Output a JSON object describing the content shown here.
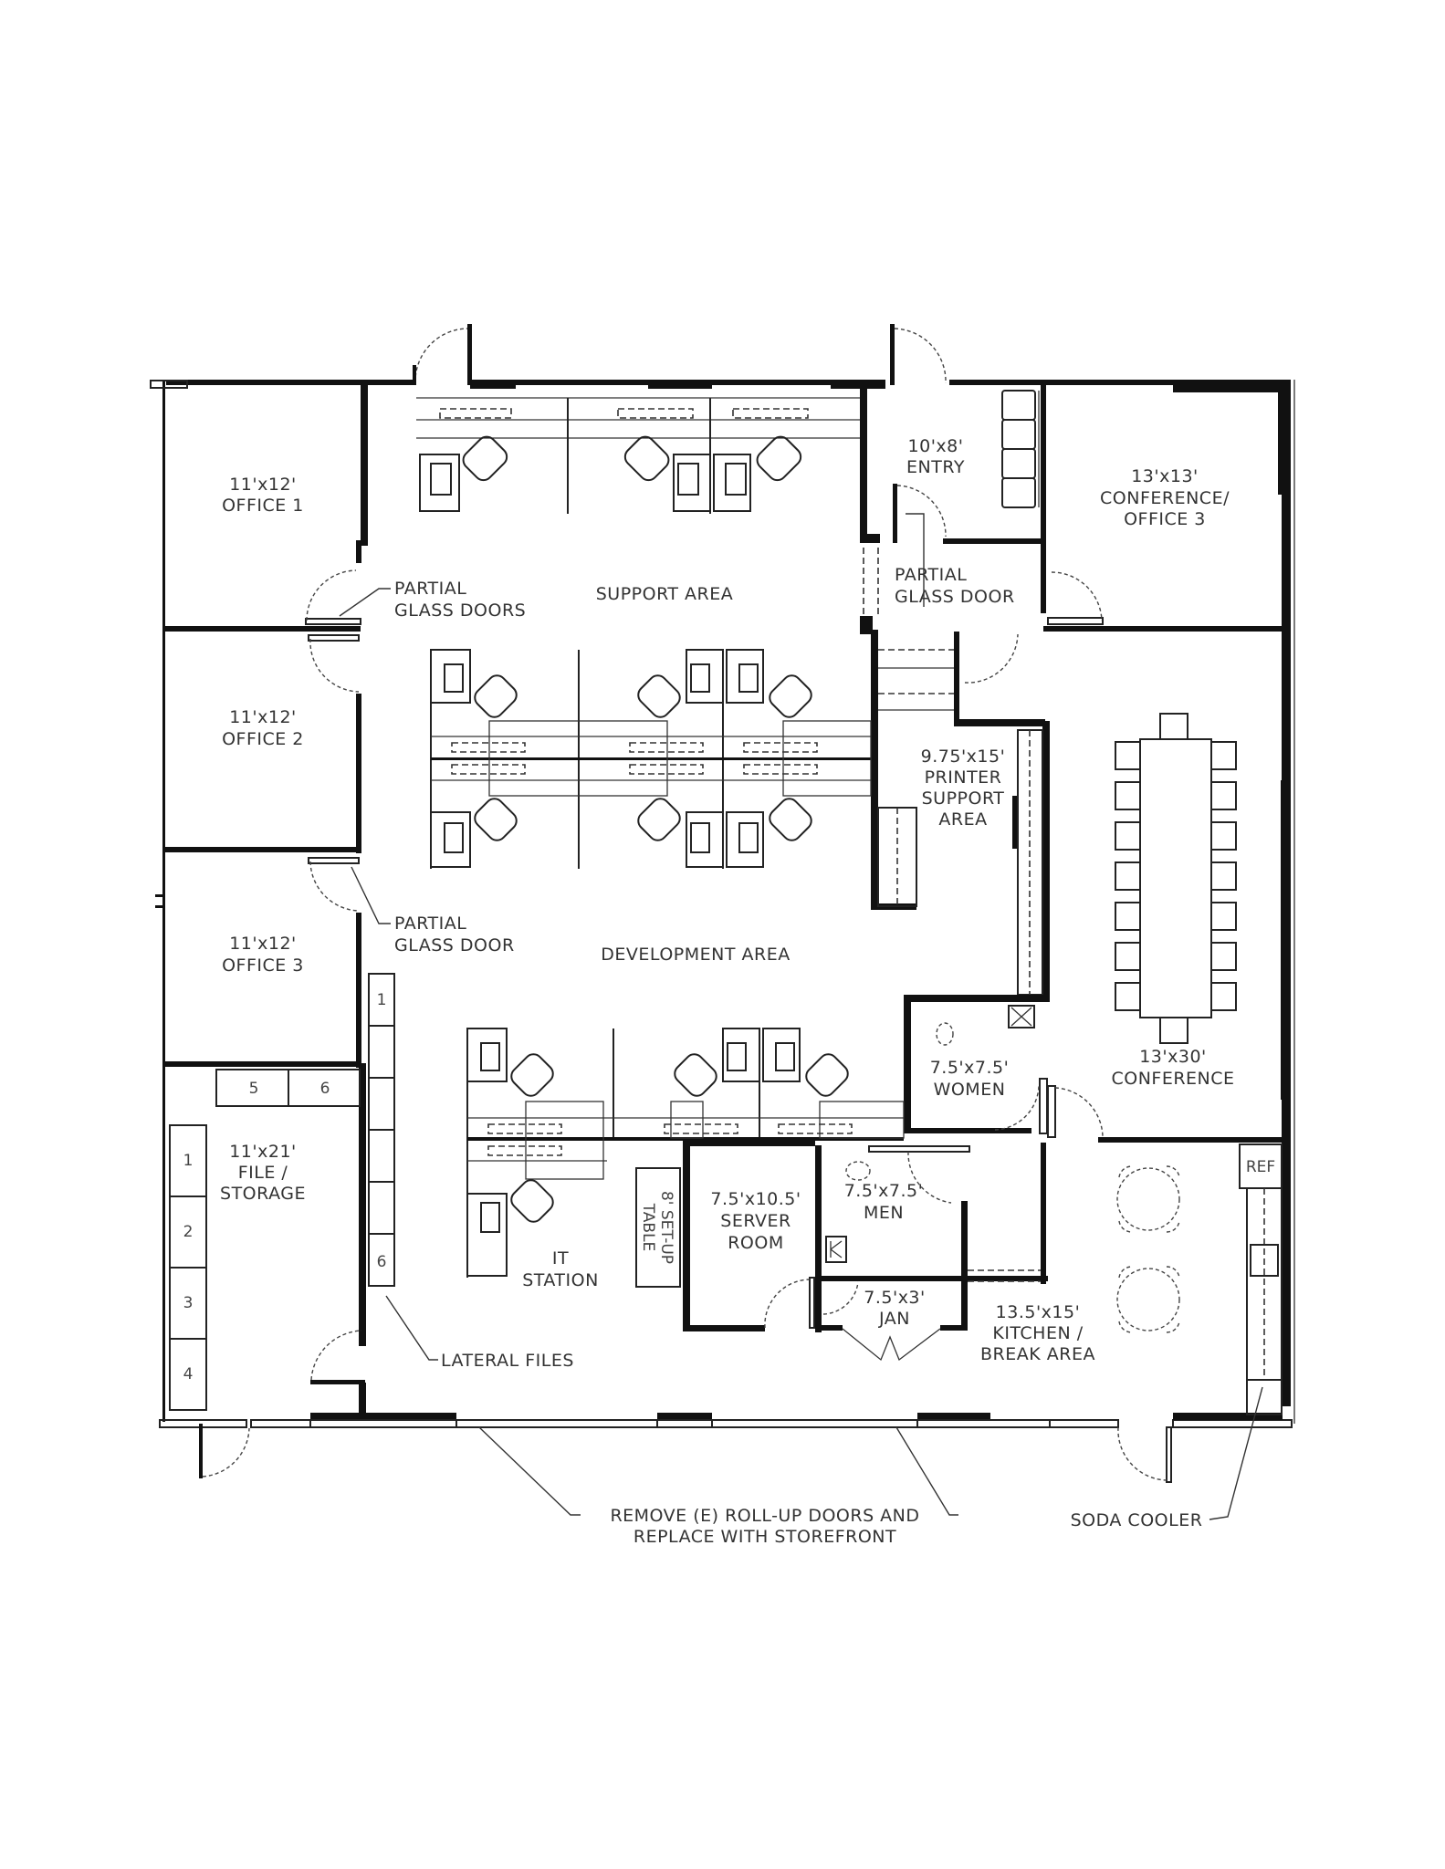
{
  "plan": {
    "rooms": {
      "office1": {
        "size": "11'x12'",
        "name": "OFFICE 1"
      },
      "office2": {
        "size": "11'x12'",
        "name": "OFFICE 2"
      },
      "office3": {
        "size": "11'x12'",
        "name": "OFFICE 3"
      },
      "file_storage": {
        "size": "11'x21'",
        "name1": "FILE /",
        "name2": "STORAGE"
      },
      "entry": {
        "size": "10'x8'",
        "name": "ENTRY"
      },
      "conf_office3": {
        "size": "13'x13'",
        "name1": "CONFERENCE/",
        "name2": "OFFICE 3"
      },
      "printer": {
        "size": "9.75'x15'",
        "name1": "PRINTER",
        "name2": "SUPPORT",
        "name3": "AREA"
      },
      "conference": {
        "size": "13'x30'",
        "name": "CONFERENCE"
      },
      "women": {
        "size": "7.5'x7.5'",
        "name": "WOMEN"
      },
      "men": {
        "size": "7.5'x7.5'",
        "name": "MEN"
      },
      "server": {
        "size": "7.5'x10.5'",
        "name1": "SERVER",
        "name2": "ROOM"
      },
      "jan": {
        "size": "7.5'x3'",
        "name": "JAN"
      },
      "kitchen": {
        "size": "13.5'x15'",
        "name1": "KITCHEN /",
        "name2": "BREAK AREA"
      },
      "support_area": {
        "name": "SUPPORT AREA"
      },
      "development_area": {
        "name": "DEVELOPMENT AREA"
      },
      "it_station": {
        "name1": "IT",
        "name2": "STATION"
      }
    },
    "annotations": {
      "partial_glass_doors": {
        "line1": "PARTIAL",
        "line2": "GLASS DOORS"
      },
      "partial_glass_door_left": {
        "line1": "PARTIAL",
        "line2": "GLASS DOOR"
      },
      "partial_glass_door_entry": {
        "line1": "PARTIAL",
        "line2": "GLASS DOOR"
      },
      "lateral_files": "LATERAL FILES",
      "setup_table": {
        "line1": "8' SET-UP",
        "line2": "TABLE"
      },
      "roll_up": {
        "line1": "REMOVE (E) ROLL-UP DOORS AND",
        "line2": "REPLACE WITH STOREFRONT"
      },
      "soda_cooler": "SODA COOLER",
      "refrigerator": "REF"
    },
    "storage_files": [
      "1",
      "2",
      "3",
      "4",
      "5",
      "6"
    ],
    "lateral_file_label": "6",
    "lateral_file_top_label": "1"
  }
}
